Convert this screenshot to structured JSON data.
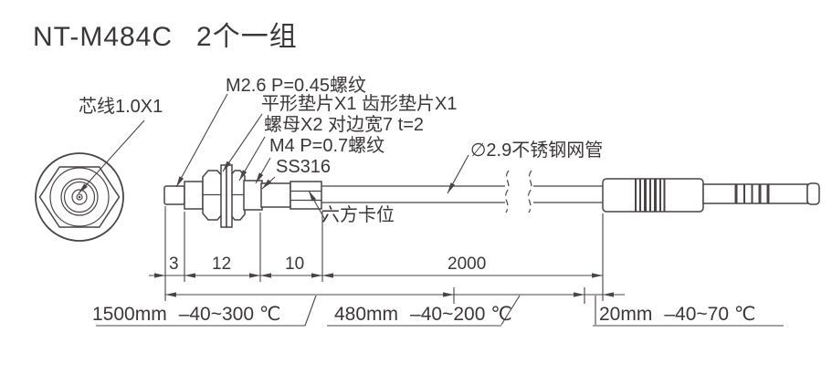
{
  "title": {
    "model": "NT-M484C",
    "suffix": "2个一组"
  },
  "callouts": {
    "core_wire": "芯线1.0X1",
    "thread_m26": "M2.6 P=0.45螺纹",
    "washers": "平形垫片X1 齿形垫片X1",
    "nuts": "螺母X2 对边宽7 t=2",
    "thread_m4": "M4 P=0.7螺纹",
    "material": "SS316",
    "mesh_tube": "∅2.9不锈钢网管",
    "hex_flat": "六方卡位"
  },
  "dim_chain": [
    "3",
    "12",
    "10",
    "2000"
  ],
  "temp_segments": [
    {
      "length": "1500mm",
      "range": "–40~300 ℃"
    },
    {
      "length": "480mm",
      "range": "–40~200 ℃"
    },
    {
      "length": "20mm",
      "range": "–40~70 ℃"
    }
  ],
  "colors": {
    "line": "#4a4444",
    "text": "#3b3737",
    "background": "#ffffff"
  }
}
